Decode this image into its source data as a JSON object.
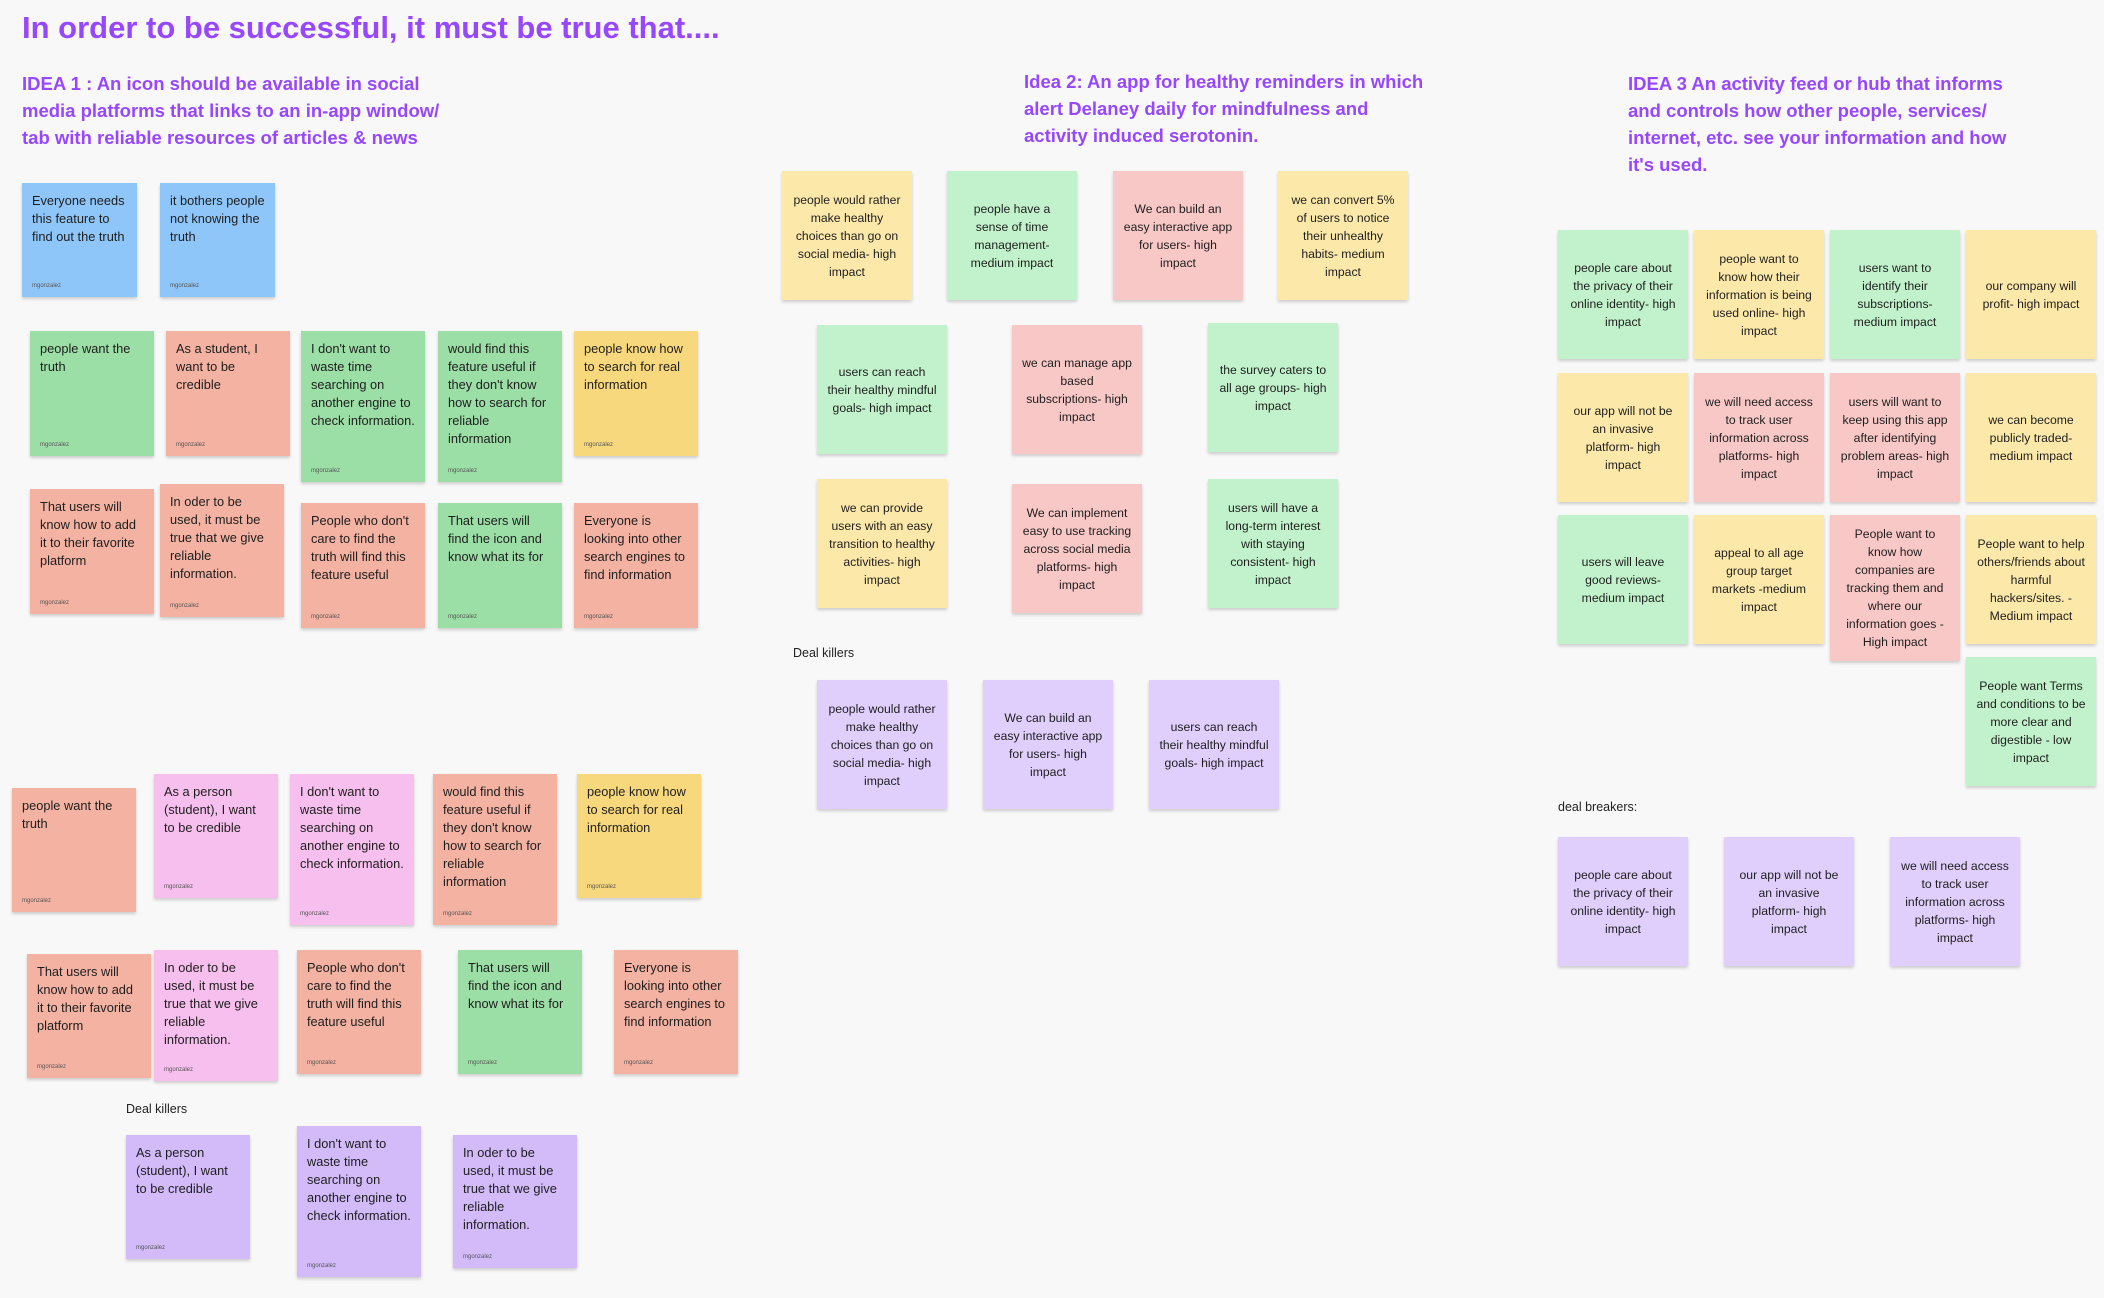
{
  "title": "In order to be successful, it must be true that....",
  "idea1": {
    "heading": "IDEA 1 : An icon should be available in social media platforms that links to an in-app window/ tab with reliable resources of articles & news",
    "author": "mgonzalez",
    "notes_a": [
      "Everyone needs this feature to find out the truth",
      "it bothers people not knowing the truth"
    ],
    "notes_b": [
      "people want the truth",
      "As a student, I want to be credible",
      "I don't want to waste time searching on another engine to check information.",
      "would find this feature useful if they don't know how to search for reliable information",
      "people know how to search for real information",
      "That users will know how to add it to their favorite platform",
      "In oder to be used, it must be true that we give reliable information.",
      "People who don't care to find the truth will find this feature useful",
      "That users will find the icon and know what its for",
      "Everyone is looking into other search engines to find information"
    ],
    "notes_c": [
      "people want the truth",
      "As a person (student), I want to be credible",
      "I don't want to waste time searching on another engine to check information.",
      "would find this feature useful if they don't know how to search for reliable information",
      "people know how to search for real information",
      "That users will know how to add it to their favorite platform",
      "In oder to be used, it must be true that we give reliable information.",
      "People who don't care to find the truth will find this feature useful",
      "That users will find the icon and know what its for",
      "Everyone is looking into other search engines to find information"
    ],
    "deal_killers_label": "Deal killers",
    "deal_killers": [
      "As a person (student), I want to be credible",
      "I don't want to waste time searching on another engine to check information.",
      "In oder to be used, it must be true that we give reliable information."
    ]
  },
  "idea2": {
    "heading": "Idea 2: An app for healthy reminders in which alert Delaney daily for mindfulness and activity induced serotonin.",
    "notes": [
      "people would rather make healthy choices than go on social media- high impact",
      "people have a sense of time management- medium impact",
      "We can build an easy interactive app for users- high impact",
      "we can convert 5% of users to notice their unhealthy habits- medium impact",
      "users can reach their healthy mindful goals- high impact",
      "we can manage app based subscriptions- high impact",
      "the survey caters to all age groups- high impact",
      "we can provide users with an easy transition to healthy activities- high impact",
      "We can implement easy to use tracking across social media platforms- high impact",
      "users will have a long-term interest with staying consistent- high impact"
    ],
    "deal_killers_label": "Deal killers",
    "deal_killers": [
      "people would rather make healthy choices than go on social media- high impact",
      "We can build an easy interactive app for users- high impact",
      "users can reach their healthy mindful goals- high impact"
    ]
  },
  "idea3": {
    "heading": "IDEA 3 An activity feed or hub that informs and controls how other people, services/ internet, etc. see your information and how it's used.",
    "notes": [
      "people care about the privacy of their online identity- high impact",
      "people want to know how their information is being used online- high impact",
      "users want to identify their subscriptions- medium impact",
      "our company will profit- high impact",
      "our app will not be an invasive platform- high impact",
      "we will need access to track user information across platforms- high impact",
      "users will want to keep using this app after identifying problem areas- high impact",
      "we can become publicly traded- medium impact",
      "users will leave good reviews- medium impact",
      "appeal to all age group target markets -medium impact",
      "People want to know how companies are tracking them and where our information goes - High impact",
      "People want to help others/friends about harmful hackers/sites. - Medium impact",
      "People want Terms and conditions to be more clear and digestible - low impact"
    ],
    "deal_breakers_label": "deal breakers:",
    "deal_breakers": [
      "people care about the privacy of their online identity- high impact",
      "our app will not be an invasive platform- high impact",
      "we will need access to track user information across platforms- high impact"
    ]
  }
}
